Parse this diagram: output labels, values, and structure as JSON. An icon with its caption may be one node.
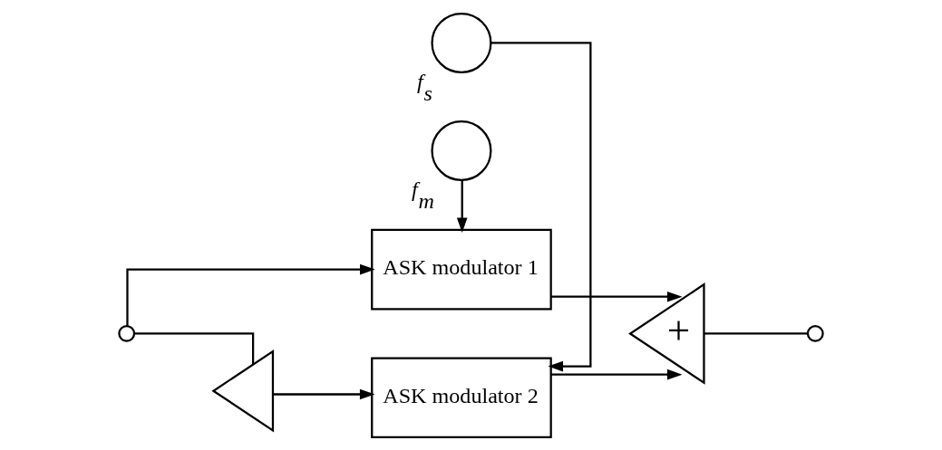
{
  "diagram": {
    "nodes": [
      {
        "text": [],
        "shape": "circle"
      },
      {
        "text": [
          "ASK modulator 1"
        ]
      },
      {
        "text": [
          "ASK modulator 2"
        ]
      },
      {
        "text": [],
        "shape": "circle",
        "beside": [
          "f$_{m}$"
        ]
      },
      {
        "text": [],
        "shape": "circle",
        "beside": [
          "f$_{s}$"
        ]
      },
      {
        "text": [],
        "shape": "triangle"
      },
      {
        "text": [
          "+"
        ]
      },
      {
        "text": [],
        "shape": "circle"
      }
    ],
    "edges": [
      {
        "from": 0,
        "to": 1,
        "arrow": "to"
      },
      {
        "from": 0,
        "to": 5,
        "arrow": "none"
      },
      {
        "from": 5,
        "to": 2,
        "arrow": "to"
      },
      {
        "from": 3,
        "to": 1,
        "arrow": "to"
      },
      {
        "from": 4,
        "to": 2,
        "arrow": "to"
      },
      {
        "from": 1,
        "to": 6,
        "arrow": "to"
      },
      {
        "from": 2,
        "to": 6,
        "arrow": "to"
      },
      {
        "from": 6,
        "to": 7,
        "arrow": "none"
      }
    ]
  }
}
